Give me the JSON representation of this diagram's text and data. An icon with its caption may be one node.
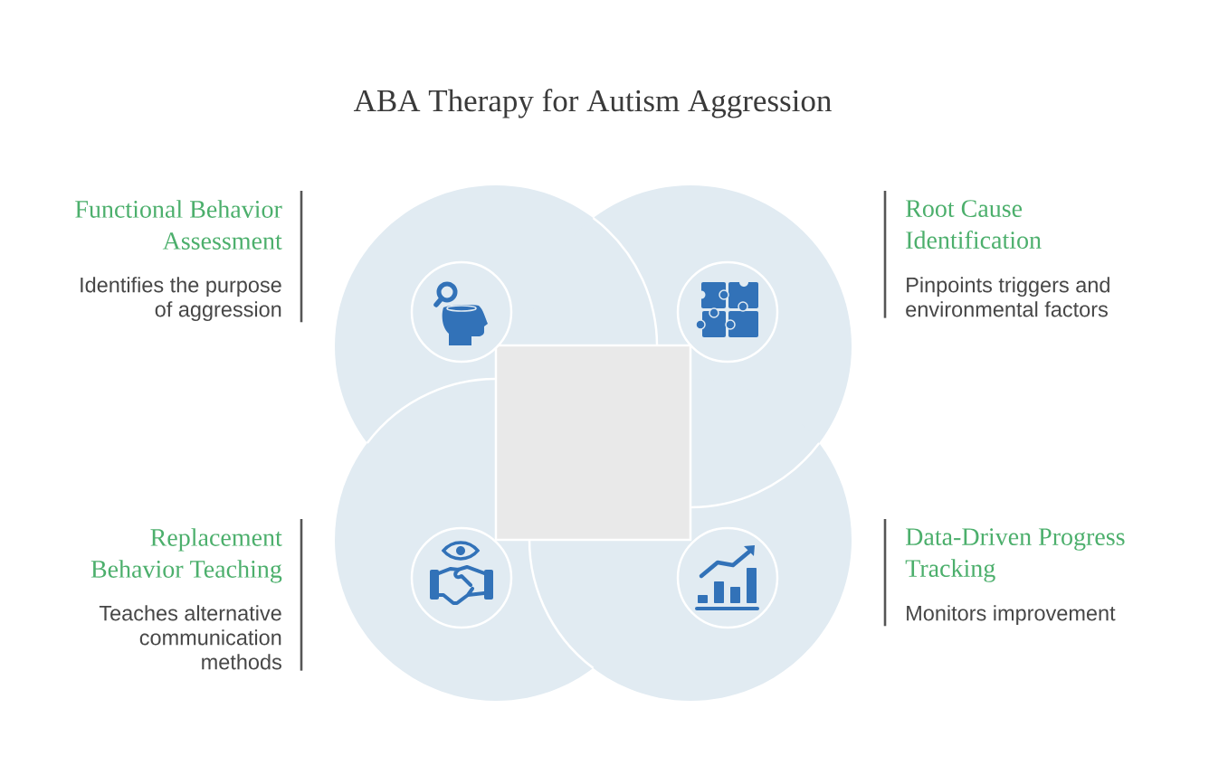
{
  "diagram": {
    "title": "ABA Therapy for Autism Aggression",
    "nodes": [
      {
        "text": [
          "Functional Behavior Assessment",
          "Identifies the purpose of aggression"
        ]
      },
      {
        "text": [
          "Root Cause Identification",
          "Pinpoints triggers and environmental factors"
        ]
      },
      {
        "text": [],
        "shape": "box"
      },
      {
        "text": [
          "Replacement Behavior Teaching",
          "Teaches alternative communication methods"
        ]
      },
      {
        "text": [
          "Data-Driven Progress Tracking",
          "Monitors improvement"
        ]
      }
    ]
  }
}
